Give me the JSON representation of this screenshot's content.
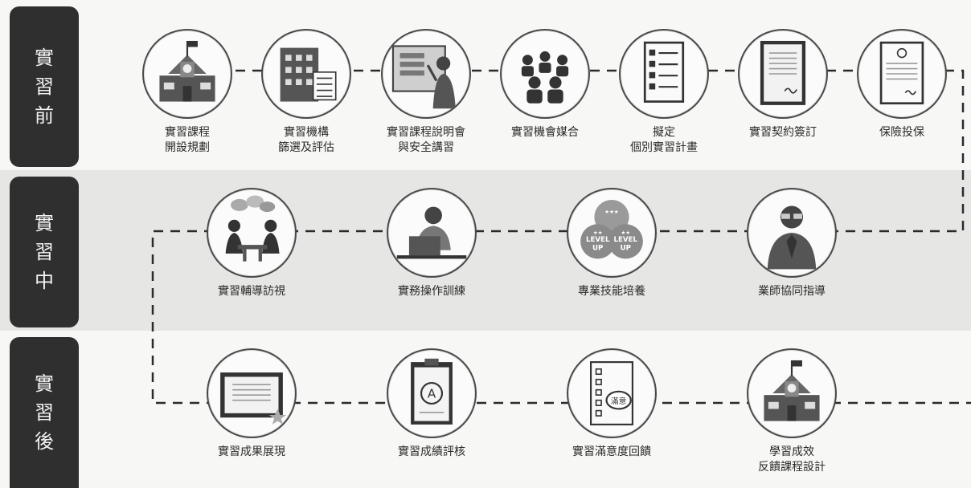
{
  "stages": [
    {
      "key": "before",
      "title": [
        "實",
        "習",
        "前"
      ]
    },
    {
      "key": "during",
      "title": [
        "實",
        "習",
        "中"
      ]
    },
    {
      "key": "after",
      "title": [
        "實",
        "習",
        "後"
      ]
    }
  ],
  "steps_before": [
    {
      "label": "實習課程\n開設規劃",
      "icon": "school-building-icon"
    },
    {
      "label": "實習機構\n篩選及評估",
      "icon": "office-building-checklist-icon"
    },
    {
      "label": "實習課程說明會\n與安全講習",
      "icon": "presentation-icon"
    },
    {
      "label": "實習機會媒合",
      "icon": "group-matching-icon"
    },
    {
      "label": "擬定\n個別實習計畫",
      "icon": "checklist-plan-icon"
    },
    {
      "label": "實習契約簽訂",
      "icon": "signed-contract-icon"
    },
    {
      "label": "保險投保",
      "icon": "insurance-document-icon"
    }
  ],
  "steps_during": [
    {
      "label": "實習輔導訪視",
      "icon": "meeting-conversation-icon"
    },
    {
      "label": "實務操作訓練",
      "icon": "laptop-trainee-icon"
    },
    {
      "label": "專業技能培養",
      "icon": "level-up-badge-icon"
    },
    {
      "label": "業師協同指導",
      "icon": "mentor-person-icon"
    }
  ],
  "steps_after": [
    {
      "label": "實習成果展現",
      "icon": "certificate-display-icon"
    },
    {
      "label": "實習成績評核",
      "icon": "clipboard-grade-icon"
    },
    {
      "label": "實習滿意度回饋",
      "icon": "satisfaction-survey-icon"
    },
    {
      "label": "學習成效\n反饋課程設計",
      "icon": "school-feedback-icon"
    }
  ],
  "badges": {
    "level_up": [
      "LEVEL",
      "UP"
    ],
    "grade": "A",
    "stamp": "滿意"
  }
}
